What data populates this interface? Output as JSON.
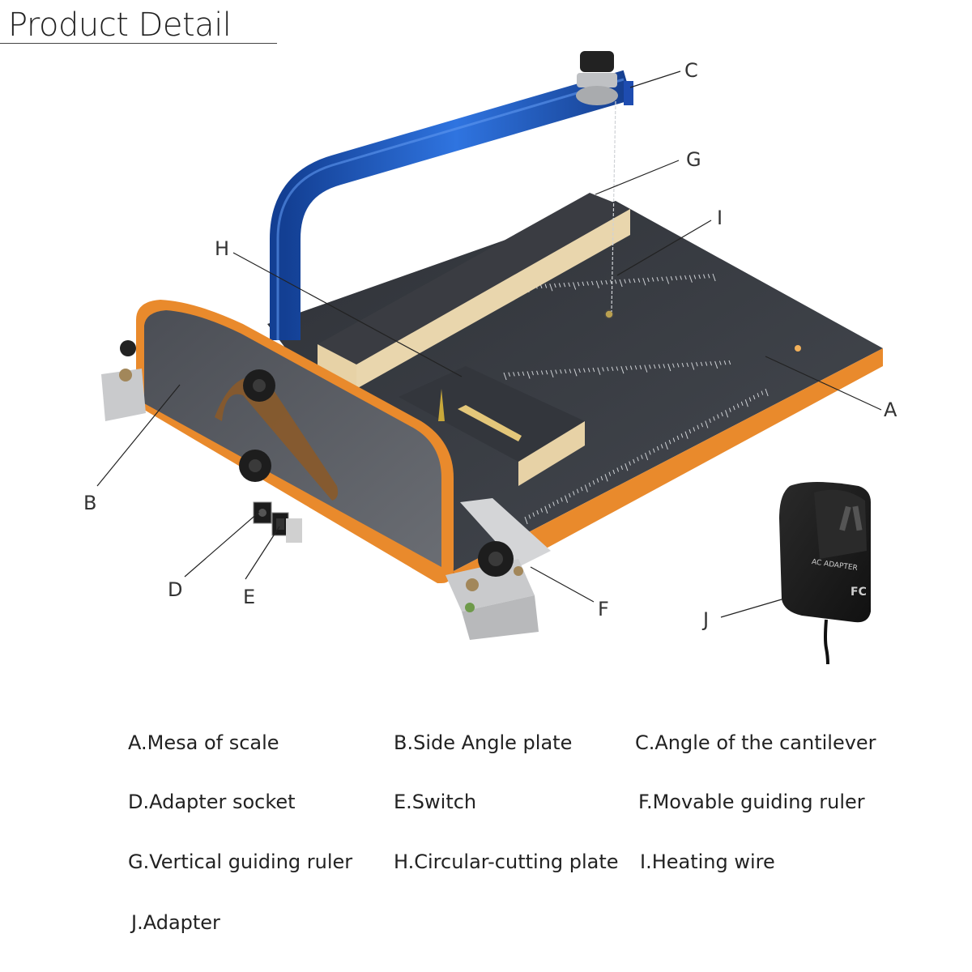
{
  "title": "Product Detail",
  "callouts": {
    "a": "A",
    "b": "B",
    "c": "C",
    "d": "D",
    "e": "E",
    "f": "F",
    "g": "G",
    "h": "H",
    "i": "I",
    "j": "J"
  },
  "adapter_label": "AC ADAPTER",
  "adapter_mark": "FC",
  "legend": [
    "A.Mesa of scale",
    "B.Side Angle plate",
    "C.Angle of the cantilever",
    "D.Adapter socket",
    "E.Switch",
    "F.Movable guiding ruler",
    "G.Vertical guiding ruler",
    "H.Circular-cutting plate",
    "I.Heating wire",
    "J.Adapter"
  ],
  "colors": {
    "table_top": "#3a3d44",
    "wood_edge": "#e98a2c",
    "plywood": "#e7d2a6",
    "arm_blue": "#1f5bc4",
    "metal": "#c9cacc",
    "adapter": "#1c1c1c"
  }
}
